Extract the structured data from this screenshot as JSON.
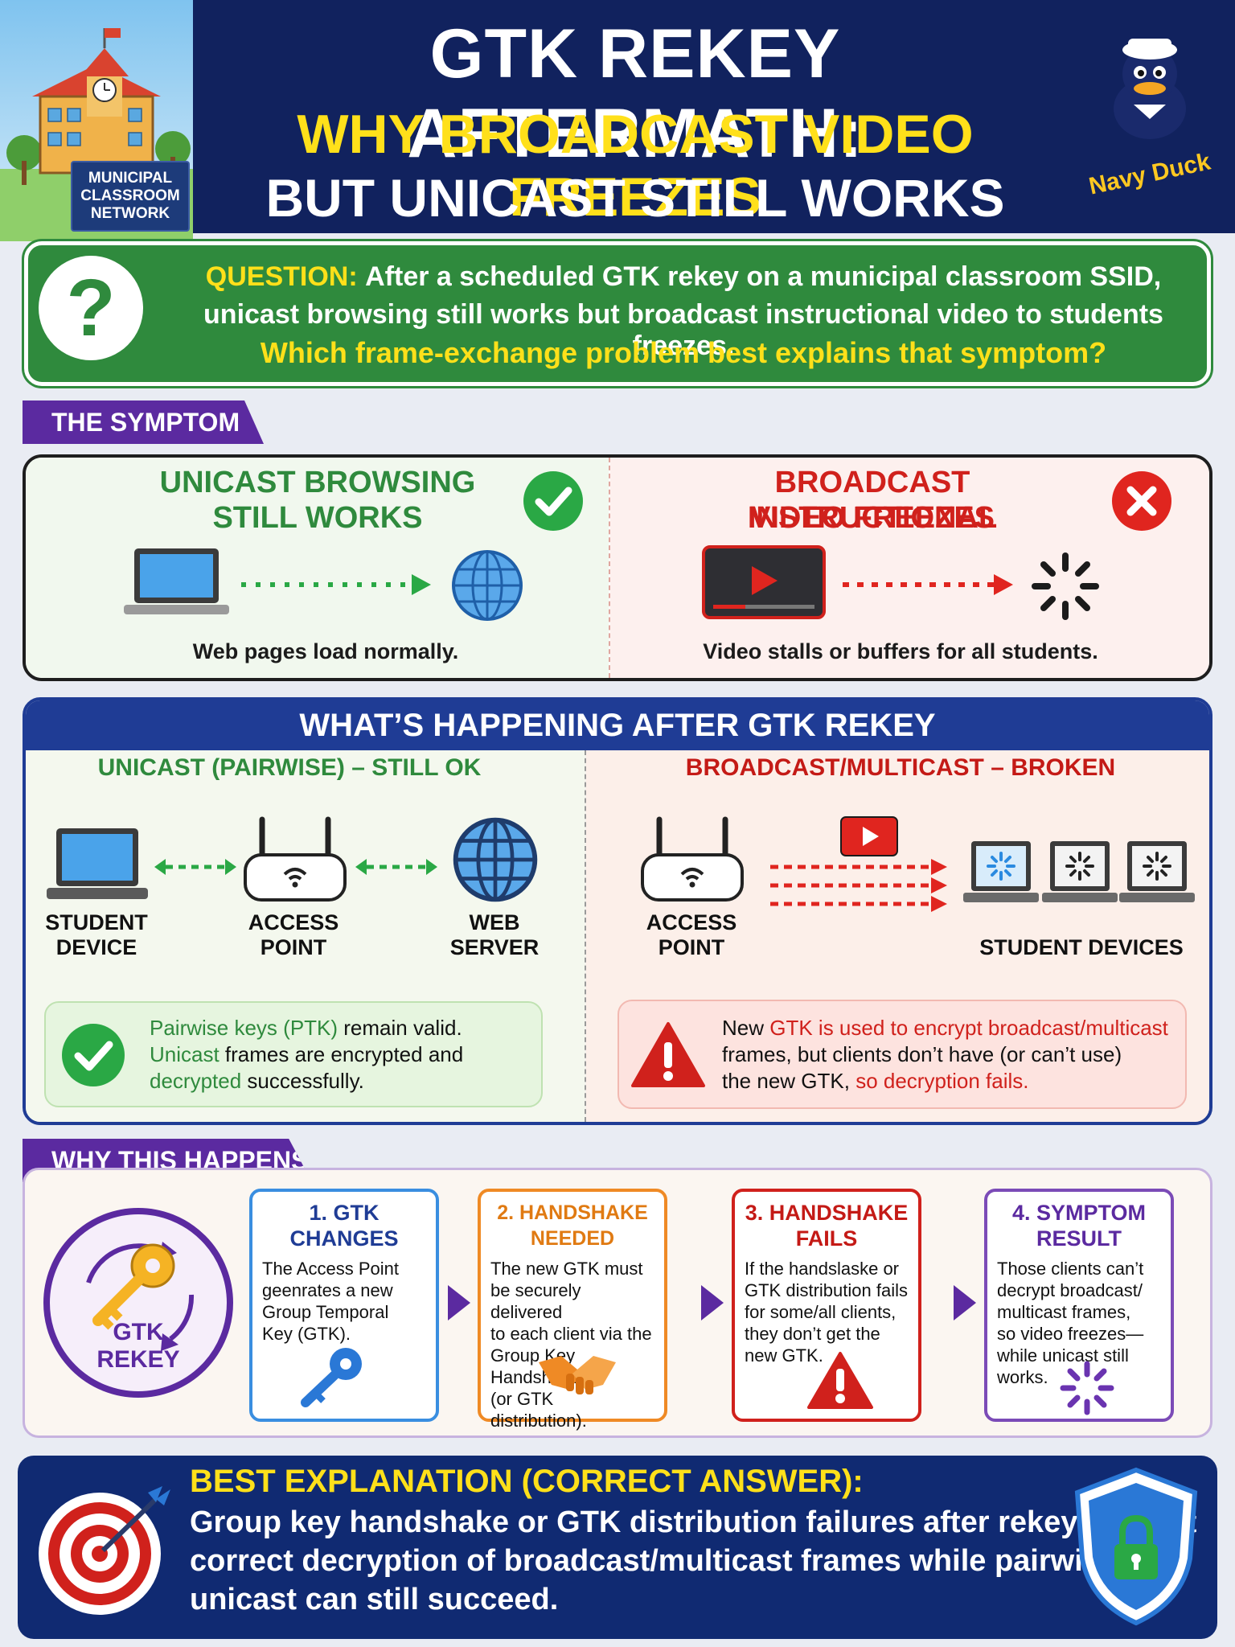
{
  "header": {
    "title_line1": "GTK REKEY AFTERMATH:",
    "title_line2": "WHY BROADCAST VIDEO FREEZES",
    "title_line3": "BUT UNICAST STILL WORKS",
    "logo_sign": "MUNICIPAL CLASSROOM NETWORK",
    "mascot_name": "Navy Duck"
  },
  "question": {
    "label": "QUESTION:",
    "line1": "After a scheduled GTK rekey on a municipal classroom SSID,",
    "line2": "unicast browsing still works but broadcast instructional video to students freezes.",
    "line3": "Which frame-exchange problem best explains that symptom?",
    "icon": "question-mark-icon"
  },
  "symptom": {
    "tab": "THE SYMPTOM",
    "left_title1": "UNICAST BROWSING",
    "left_title2": "STILL WORKS",
    "left_caption": "Web pages load normally.",
    "right_title1": "BROADCAST INSTRUCTIONAL",
    "right_title2": "VIDEO FREEZES",
    "right_caption": "Video stalls or buffers for all students."
  },
  "happening": {
    "bar": "WHAT’S HAPPENING AFTER GTK REKEY",
    "left_heading": "UNICAST (PAIRWISE) – STILL OK",
    "right_heading": "BROADCAST/MULTICAST – BROKEN",
    "student_device_1": "STUDENT",
    "student_device_2": "DEVICE",
    "access_point_1": "ACCESS",
    "access_point_2": "POINT",
    "web_server_1": "WEB",
    "web_server_2": "SERVER",
    "student_devices": "STUDENT DEVICES",
    "left_info": [
      {
        "t": "Pairwise keys (PTK)",
        "c": "#2f8a3d"
      },
      {
        "t": " remain valid.\n",
        "c": "#111"
      },
      {
        "t": "Unicast",
        "c": "#2f8a3d"
      },
      {
        "t": " frames are encrypted and\n",
        "c": "#111"
      },
      {
        "t": "decrypted",
        "c": "#2f8a3d"
      },
      {
        "t": " successfully.",
        "c": "#111"
      }
    ],
    "right_info": [
      {
        "t": "New ",
        "c": "#111"
      },
      {
        "t": "GTK is used to encrypt broadcast/multicast",
        "c": "#d0211c"
      },
      {
        "t": "\nframes, but clients don’t have (or can’t use)\nthe new GTK, ",
        "c": "#111"
      },
      {
        "t": "so decryption fails.",
        "c": "#d0211c"
      }
    ]
  },
  "why": {
    "tab": "WHY THIS HAPPENS",
    "rekey_label1": "GTK",
    "rekey_label2": "REKEY",
    "steps": [
      {
        "title": "1. GTK CHANGES",
        "text": "The Access Point\ngeenrates a new\nGroup Temporal\nKey (GTK).",
        "color": "#3a8ee0",
        "title_color": "#1f3c95"
      },
      {
        "title": "2. HANDSHAKE NEEDED",
        "text": "The new GTK must\nbe securely delivered\nto each client via the\nGroup Key Handshake\n(or GTK distribution).",
        "color": "#ef8a25",
        "title_color": "#e07a12"
      },
      {
        "title": "3. HANDSHAKE FAILS",
        "text": "If the handslaske or\nGTK distribution fails\nfor some/all clients,\nthey don’t get the\nnew GTK.",
        "color": "#d0211c",
        "title_color": "#c41a16"
      },
      {
        "title": "4. SYMPTOM RESULT",
        "text": "Those clients can’t\ndecrypt broadcast/\nmulticast frames,\nso video freezes—\nwhile unicast still\nworks.",
        "color": "#7b4bb7",
        "title_color": "#5b2aa0"
      }
    ]
  },
  "answer": {
    "title": "BEST EXPLANATION (CORRECT ANSWER):",
    "line1": "Group key handshake or GTK distribution failures after rekey prevent",
    "line2": "correct decryption of broadcast/multicast frames while pairwise",
    "line3": "unicast can still succeed."
  },
  "colors": {
    "navy": "#11225e",
    "green": "#2f8a3d",
    "purple": "#5b2aa0",
    "red": "#d0211c",
    "yellow": "#ffe01a"
  }
}
